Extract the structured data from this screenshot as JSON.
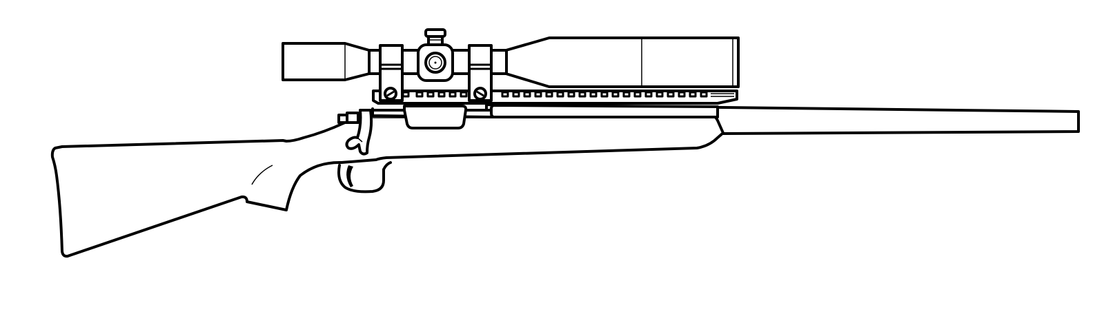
{
  "figure": {
    "title": "Bolt-action rifle with telescopic scope",
    "type": "line-art illustration",
    "colors": {
      "line": "#000000",
      "fill": "#ffffff",
      "background": "#ffffff"
    },
    "parts": {
      "scope": "Telescopic scope",
      "rail": "Picatinny rail",
      "mount_rings": "Scope mount rings",
      "turret": "Elevation turret",
      "bolt": "Bolt handle",
      "stock": "Stock",
      "trigger": "Trigger and trigger guard",
      "barrel": "Barrel"
    }
  }
}
